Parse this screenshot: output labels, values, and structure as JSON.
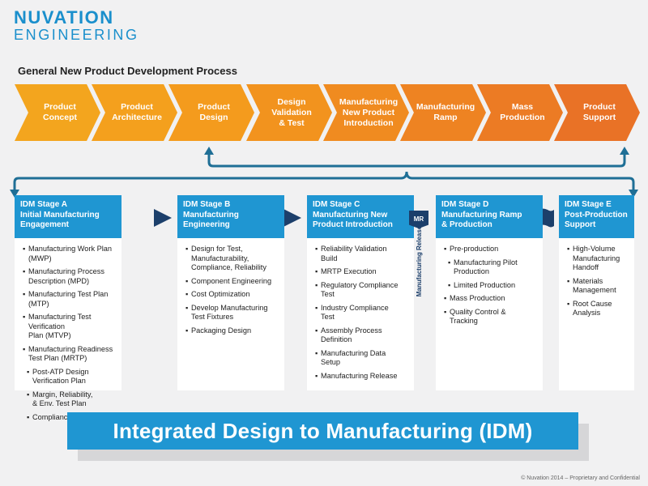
{
  "logo": {
    "line1": "NUVATION",
    "line2": "ENGINEERING"
  },
  "process_title": "General New Product Development Process",
  "phases": [
    {
      "label": "Product\nConcept",
      "color": "#f3a51e"
    },
    {
      "label": "Product\nArchitecture",
      "color": "#f4a01d"
    },
    {
      "label": "Product\nDesign",
      "color": "#f49b1d"
    },
    {
      "label": "Design\nValidation\n& Test",
      "color": "#f2931e"
    },
    {
      "label": "Manufacturing\nNew Product\nIntroduction",
      "color": "#f08b20"
    },
    {
      "label": "Manufacturing\nRamp",
      "color": "#ee8322"
    },
    {
      "label": "Mass\nProduction",
      "color": "#ec7b24"
    },
    {
      "label": "Product\nSupport",
      "color": "#e97226"
    }
  ],
  "stages": [
    {
      "title": "IDM Stage A\nInitial Manufacturing\nEngagement",
      "items": [
        {
          "text": "Manufacturing Work Plan (MWP)"
        },
        {
          "text": "Manufacturing Process\nDescription (MPD)"
        },
        {
          "text": "Manufacturing Test Plan (MTP)"
        },
        {
          "text": "Manufacturing Test Verification\nPlan (MTVP)"
        },
        {
          "text": "Manufacturing Readiness\nTest Plan (MRTP)"
        },
        {
          "text": "Post-ATP Design Verification Plan",
          "sub": true
        },
        {
          "text": "Margin, Reliability,\n& Env. Test Plan",
          "sub": true
        },
        {
          "text": "Compliance Test Plan",
          "sub": true
        }
      ]
    },
    {
      "title": "IDM Stage B\nManufacturing\nEngineering",
      "items": [
        {
          "text": "Design for Test,\nManufacturability,\nCompliance, Reliability"
        },
        {
          "text": "Component Engineering"
        },
        {
          "text": "Cost Optimization"
        },
        {
          "text": "Develop Manufacturing\nTest Fixtures"
        },
        {
          "text": "Packaging Design"
        }
      ]
    },
    {
      "title": "IDM Stage C\nManufacturing New\nProduct Introduction",
      "items": [
        {
          "text": "Reliability Validation\nBuild"
        },
        {
          "text": "MRTP Execution"
        },
        {
          "text": "Regulatory Compliance\nTest"
        },
        {
          "text": "Industry Compliance\nTest"
        },
        {
          "text": "Assembly Process\nDefinition"
        },
        {
          "text": "Manufacturing Data\nSetup"
        },
        {
          "text": "Manufacturing Release"
        }
      ]
    },
    {
      "title": "IDM Stage D\nManufacturing Ramp\n& Production",
      "items": [
        {
          "text": "Pre-production"
        },
        {
          "text": "Manufacturing Pilot\nProduction",
          "sub": true
        },
        {
          "text": "Limited Production",
          "sub": true
        },
        {
          "text": "Mass Production"
        },
        {
          "text": "Quality Control &\nTracking"
        }
      ]
    },
    {
      "title": "IDM Stage E\nPost-Production\nSupport",
      "items": [
        {
          "text": "High-Volume\nManufacturing\nHandoff"
        },
        {
          "text": "Materials\nManagement"
        },
        {
          "text": "Root Cause\nAnalysis"
        }
      ]
    }
  ],
  "milestone": {
    "badge": "MR",
    "label": "Manufacturing Release"
  },
  "banner": "Integrated Design to Manufacturing (IDM)",
  "copyright": "© Nuvation 2014 – Proprietary and Confidential",
  "colors": {
    "stage_header": "#1f96d2",
    "banner": "#1f96d2",
    "connector": "#1f6f96",
    "logo": "#1a8fcc",
    "marker": "#1c3f6b"
  }
}
